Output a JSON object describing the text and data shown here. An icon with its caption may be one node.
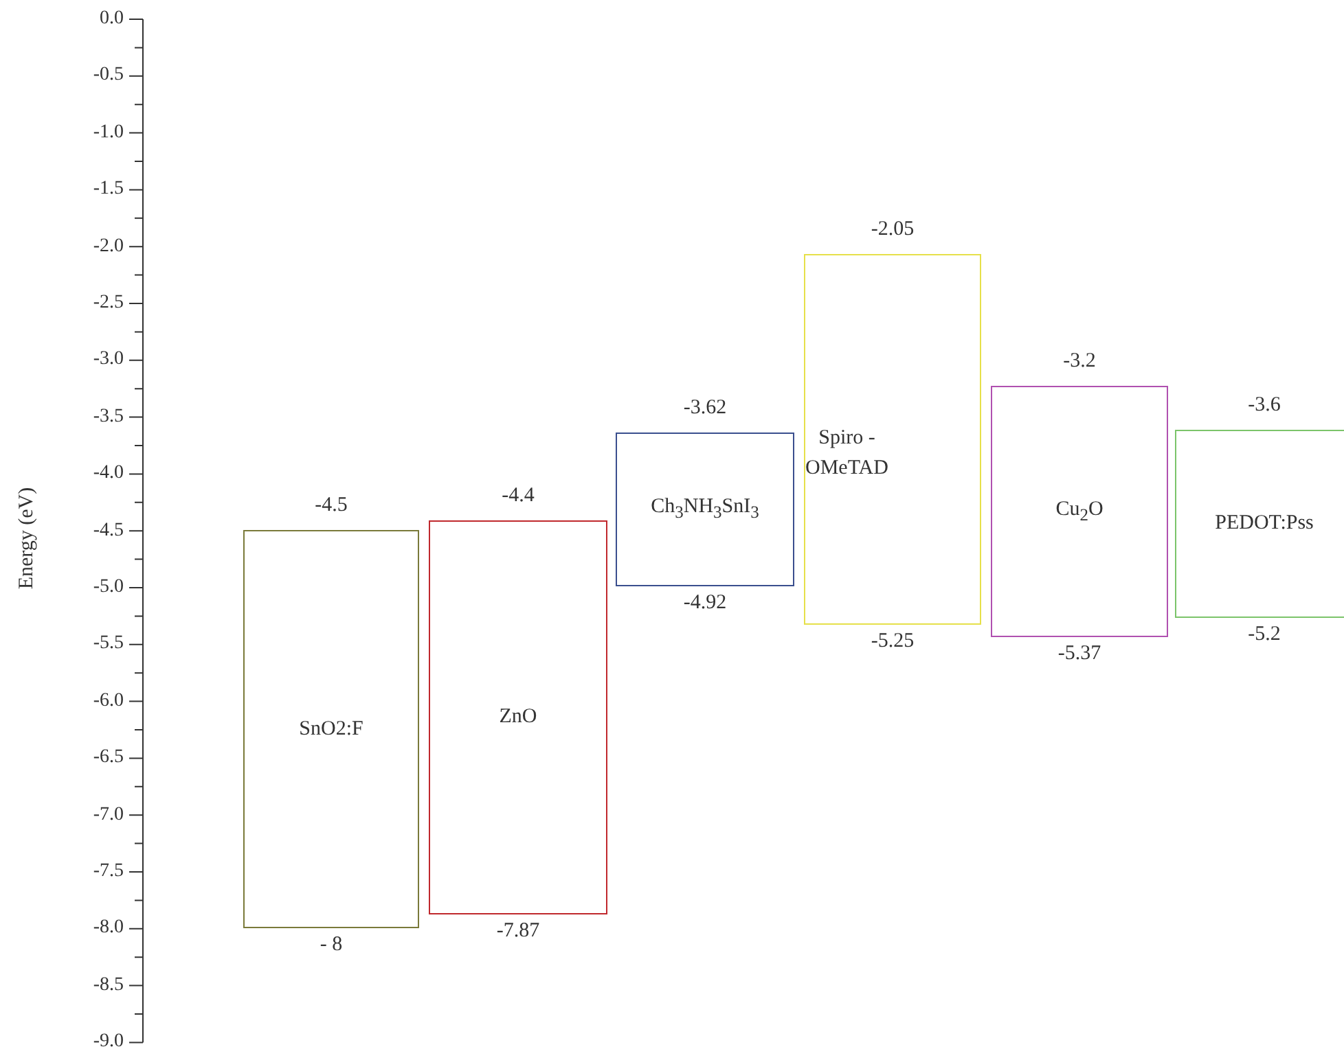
{
  "diagram": {
    "nodes": [
      {
        "text": [
          "SnO2:F"
        ],
        "beside": [
          "-4.5",
          "- 8"
        ]
      },
      {
        "text": [
          "ZnO"
        ],
        "beside": [
          "-4.4",
          "-7.87"
        ]
      },
      {
        "text": [
          "Ch$_{3}$NH$_{3}$SnI$_{3}$"
        ],
        "beside": [
          "-3.62",
          "-4.92"
        ]
      },
      {
        "text": [
          "Spiro -OMeTAD"
        ],
        "beside": [
          "-2.05",
          "-5.25"
        ]
      },
      {
        "text": [
          "Cu$_{2}$O"
        ],
        "beside": [
          "-3.2",
          "-5.37"
        ]
      },
      {
        "text": [
          "PEDOT:Pss"
        ],
        "beside": [
          "-3.6",
          "-5.2"
        ]
      }
    ],
    "edges": [],
    "labels": [
      "0.0",
      "-0.5",
      "-1.0",
      "-1.5",
      "-2.0",
      "-2.5",
      "-3.0",
      "-3.5",
      "-4.0",
      "-4.5",
      "-5.0",
      "-5.5",
      "-6.0",
      "-6.5",
      "-7.0",
      "-7.5",
      "-8.0",
      "-8.5",
      "-9.0",
      "Energy (eV)"
    ]
  }
}
